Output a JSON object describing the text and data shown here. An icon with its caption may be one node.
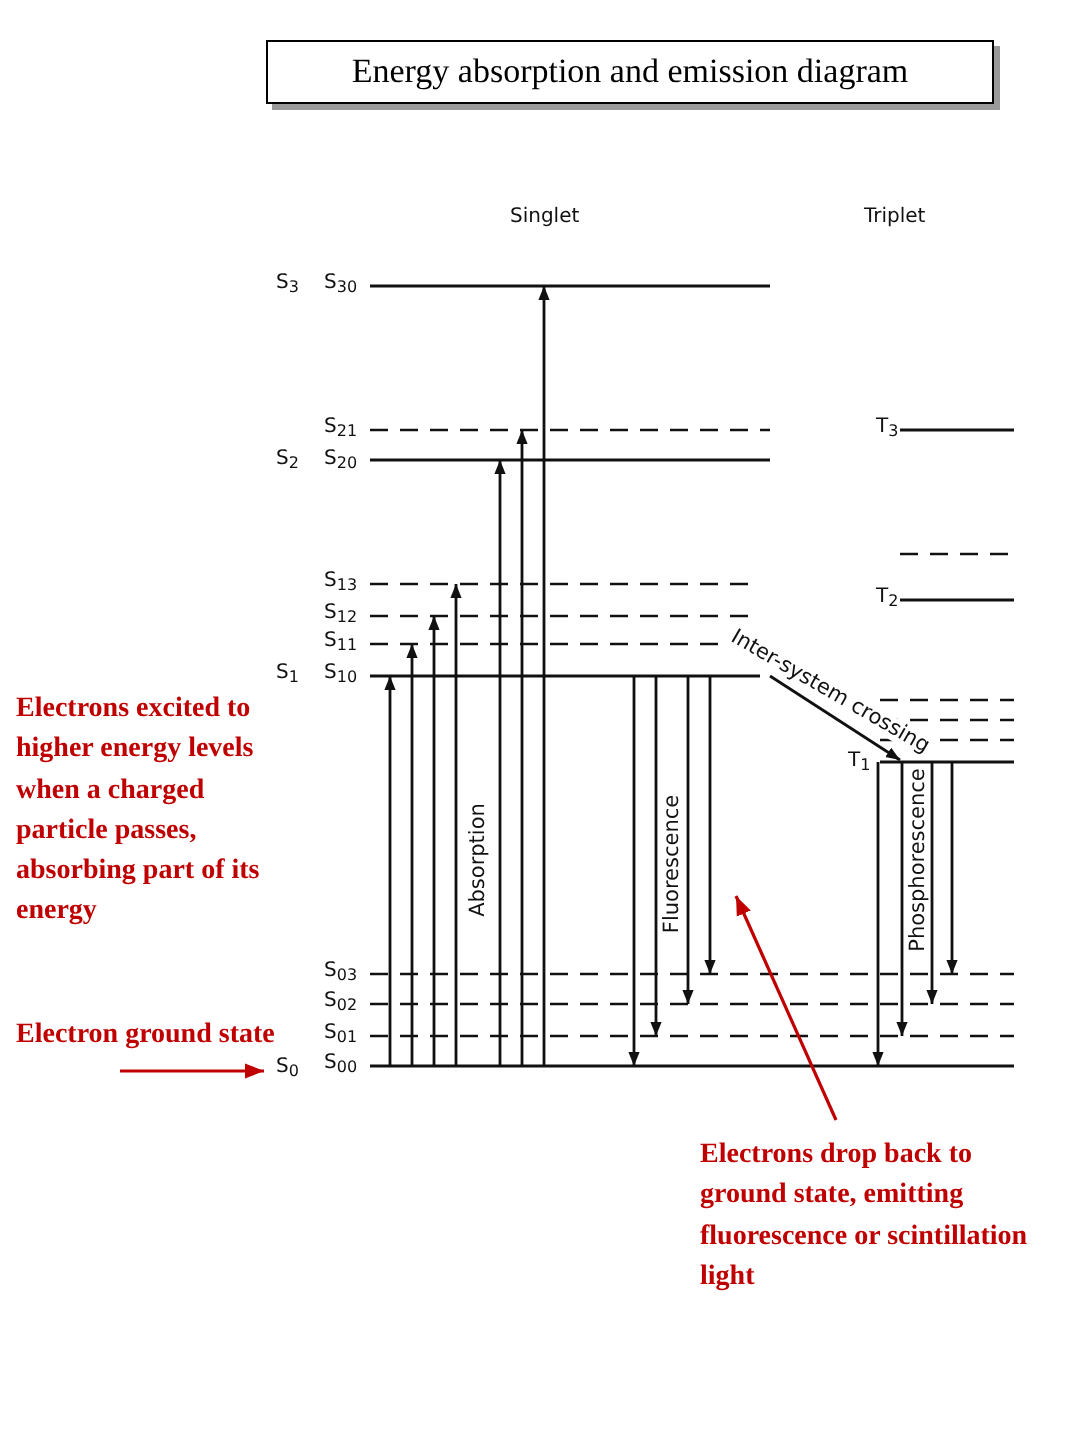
{
  "diagram": {
    "title": "Energy absorption and emission diagram",
    "nodes": [
      {
        "text": [
          "Electron ground state"
        ]
      },
      {
        "text": [
          "S$_{0}$"
        ]
      },
      {
        "text": [
          "Electrons drop back to ground state, emitting fluorescence or scintillation light"
        ]
      }
    ],
    "edges": [
      {
        "from": 0,
        "to": 1,
        "arrow": "to",
        "color": "#c00000"
      },
      {
        "from": 2,
        "to": null,
        "arrow": "to",
        "color": "#c00000"
      }
    ],
    "labels": [
      "Electrons excited to higher energy levels when a charged particle passes, absorbing part of its energy",
      "Singlet",
      "Triplet",
      "S$_{3}$",
      "S$_{30}$",
      "S$_{21}$",
      "T$_{3}$",
      "S$_{2}$",
      "S$_{20}$",
      "S$_{13}$",
      "T$_{2}$",
      "S$_{12}$",
      "S$_{11}$",
      "S$_{1}$",
      "S$_{10}$",
      "Inter-system crossing",
      "T$_{1}$",
      "Absorption",
      "Fluorescence",
      "Phosphorescence",
      "S$_{03}$",
      "S$_{02}$",
      "S$_{01}$",
      "S$_{00}$"
    ]
  }
}
